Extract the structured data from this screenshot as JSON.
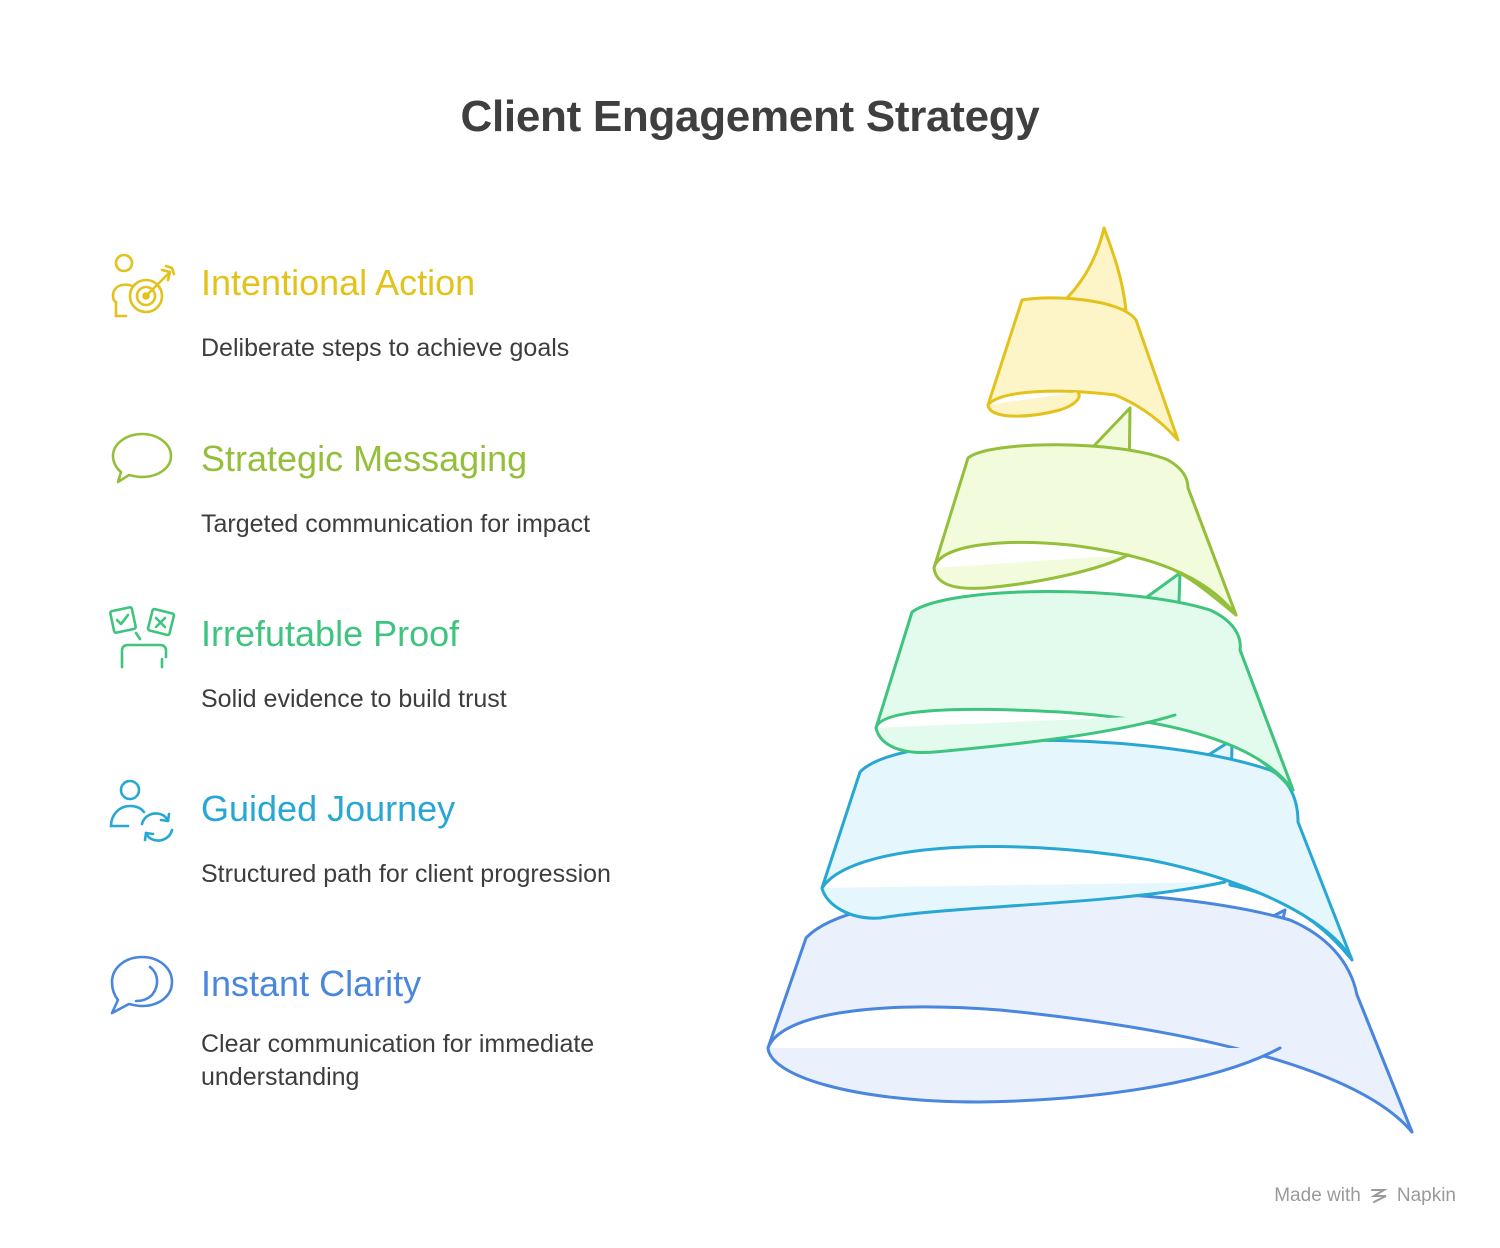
{
  "title": "Client Engagement Strategy",
  "items": [
    {
      "heading": "Intentional Action",
      "description": "Deliberate steps to achieve goals",
      "color": "#e3c21b",
      "icon": "person-target-icon"
    },
    {
      "heading": "Strategic Messaging",
      "description": "Targeted communication for impact",
      "color": "#95bf3a",
      "icon": "speech-bubble-icon"
    },
    {
      "heading": "Irrefutable Proof",
      "description": "Solid evidence to build trust",
      "color": "#3fc47f",
      "icon": "evidence-cards-icon"
    },
    {
      "heading": "Guided Journey",
      "description": "Structured path for client progression",
      "color": "#27a7d4",
      "icon": "person-cycle-icon"
    },
    {
      "heading": "Instant Clarity",
      "description": "Clear communication for immediate understanding",
      "color": "#4a86dd",
      "icon": "clarity-bubble-icon"
    }
  ],
  "footer": {
    "made_with": "Made with",
    "brand": "Napkin"
  }
}
